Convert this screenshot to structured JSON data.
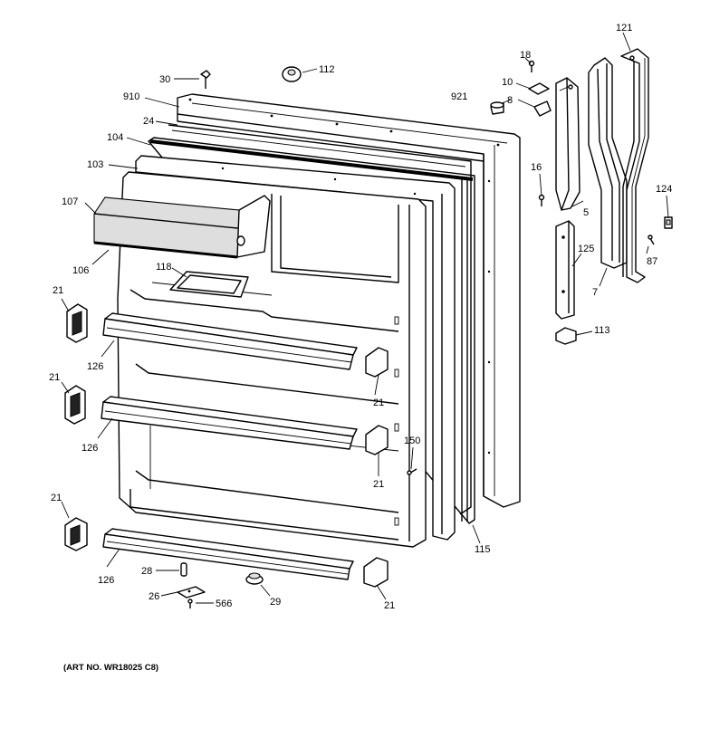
{
  "diagram": {
    "caption": "(ART NO. WR18025 C8)",
    "callouts": {
      "c30": "30",
      "c112": "112",
      "c910": "910",
      "c24": "24",
      "c104": "104",
      "c103": "103",
      "c107": "107",
      "c106": "106",
      "c118": "118",
      "c21a": "21",
      "c126a": "126",
      "c21b": "21",
      "c126b": "126",
      "c21c": "21",
      "c126c": "126",
      "c28": "28",
      "c26": "26",
      "c566": "566",
      "c29": "29",
      "c21d": "21",
      "c21e": "21",
      "c21f": "21",
      "c150": "150",
      "c115": "115",
      "c18": "18",
      "c10": "10",
      "c921": "921",
      "c8": "8",
      "c16": "16",
      "c5": "5",
      "c121": "121",
      "c124": "124",
      "c87": "87",
      "c125": "125",
      "c7": "7",
      "c113": "113"
    }
  }
}
